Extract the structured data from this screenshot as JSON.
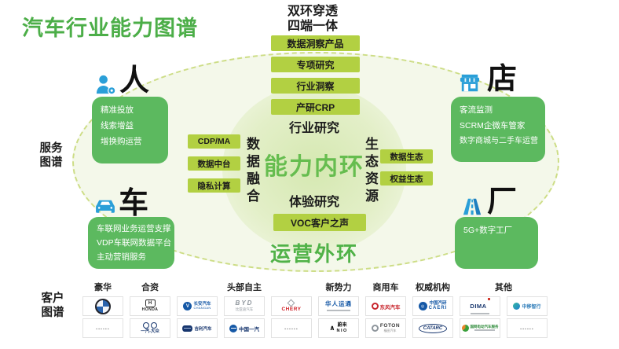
{
  "title": "汽车行业能力图谱",
  "slogan": {
    "line1": "双环穿透",
    "line2": "四端一体"
  },
  "top_boxes": [
    "数据洞察产品",
    "专项研究",
    "行业洞察",
    "产研CRP"
  ],
  "rings": {
    "industry_research": "行业研究",
    "inner_label": "能力内环",
    "experience_research": "体验研究",
    "voc": "VOC客户之声",
    "outer_label": "运营外环",
    "left_vertical": "数据融合",
    "right_vertical": "生态资源",
    "left_boxes": [
      "CDP/MA",
      "数据中台",
      "隐私计算"
    ],
    "right_boxes": [
      "数据生态",
      "权益生态"
    ]
  },
  "side_labels": {
    "service": [
      "服务",
      "图谱"
    ],
    "customer": [
      "客户",
      "图谱"
    ]
  },
  "corners": {
    "person": {
      "title": "人",
      "items": [
        "精准投放",
        "线索增益",
        "增换购运营"
      ]
    },
    "store": {
      "title": "店",
      "items": [
        "客流监测",
        "SCRM企微车管家",
        "数字商城与二手车运营"
      ]
    },
    "car": {
      "title": "车",
      "items": [
        "车联网业务运营支撑",
        "VDP车联网数据平台",
        "主动营销服务"
      ]
    },
    "factory": {
      "title": "厂",
      "items": [
        "5G+数字工厂"
      ]
    }
  },
  "customer_table": {
    "group_headers": [
      "豪华",
      "合资",
      "头部自主",
      "新势力",
      "商用车",
      "权威机构",
      "其他"
    ],
    "cells": {
      "honda": {
        "main": "H",
        "label": "HONDA"
      },
      "changan": {
        "main": "长安汽车",
        "sub": "CHANGAN",
        "badge": "V"
      },
      "byd": {
        "main": "BYD",
        "sub": "比亚迪汽车"
      },
      "chery": {
        "main": "CHERY"
      },
      "human_horizons": {
        "main": "华人运通"
      },
      "dongfeng": {
        "main": "东风汽车"
      },
      "caeri": {
        "main": "中国汽研",
        "sub": "CAERI"
      },
      "dima": {
        "main": "DIMA"
      },
      "zhongyi_zhixing": {
        "main": "中移智行"
      },
      "dots_luxury": {
        "main": "......"
      },
      "faw_vw": {
        "main": "一汽-大众"
      },
      "geely": {
        "main": "吉利汽车"
      },
      "faw": {
        "main": "中国一汽"
      },
      "dots_domestic": {
        "main": "......"
      },
      "nio": {
        "mark": "∧",
        "main": "蔚来",
        "sub": "NIO"
      },
      "foton": {
        "main": "FOTON",
        "sub": "福田汽车"
      },
      "catarc": {
        "main": "CATARC"
      },
      "sgev": {
        "main": "国网电动汽车服务"
      },
      "dots_other": {
        "main": "......"
      }
    }
  },
  "colors": {
    "brand_green": "#4cae48",
    "panel_green": "#5cb95f",
    "lime_box": "#b2d042",
    "inner_ring_text": "#66bd4f",
    "icon_blue": "#2a9fd8"
  }
}
